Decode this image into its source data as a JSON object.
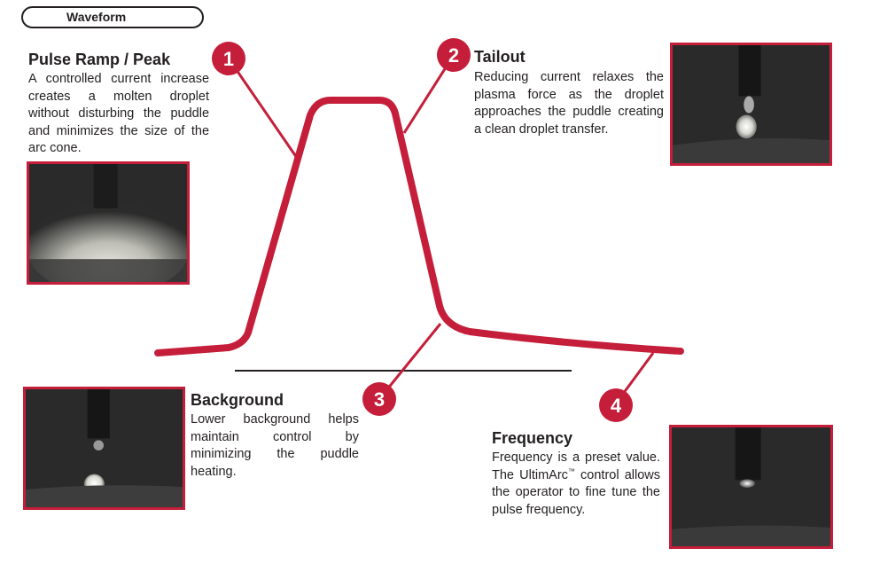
{
  "header": {
    "label": "Waveform"
  },
  "colors": {
    "accent": "#c41e3a",
    "text": "#231f20"
  },
  "sections": {
    "pulse_ramp": {
      "number": "1",
      "title": "Pulse Ramp / Peak",
      "lines": [
        "A controlled current",
        "increase creates a molten",
        "droplet without disturbing",
        "the puddle and minimizes",
        "the size of the arc cone."
      ]
    },
    "tailout": {
      "number": "2",
      "title": "Tailout",
      "lines": [
        "Reducing current relaxes the",
        "plasma force as the droplet",
        "approaches the puddle",
        "creating a clean droplet",
        "transfer."
      ]
    },
    "background": {
      "number": "3",
      "title": "Background",
      "lines": [
        "Lower background helps",
        "maintain control by",
        "minimizing the puddle",
        "heating."
      ]
    },
    "frequency": {
      "number": "4",
      "title": "Frequency",
      "lines": [
        "Frequency is a preset",
        "value. The UltimArc",
        "control allows the",
        "operator to fine tune the",
        "pulse frequency."
      ],
      "trademark": "™"
    }
  }
}
